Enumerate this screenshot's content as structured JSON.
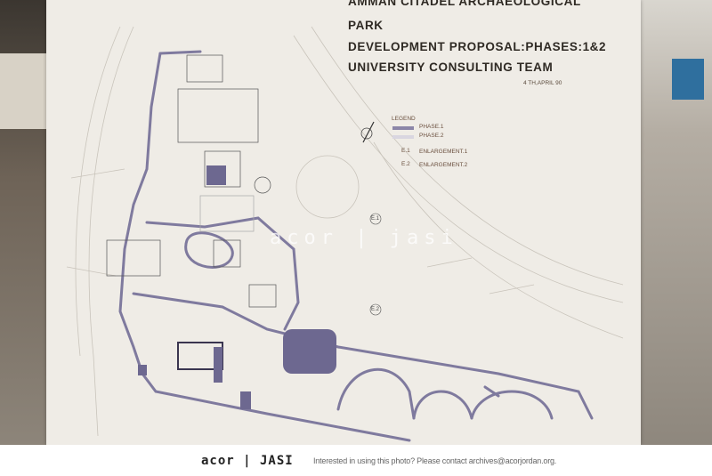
{
  "board": {
    "title_line1": "AMMAN CITADEL ARCHAEOLOGICAL",
    "title_line2": "PARK",
    "title_line3": "DEVELOPMENT PROPOSAL:PHASES:1&2",
    "title_line4": "UNIVERSITY CONSULTING TEAM",
    "date": "4 TH,APRIL 90",
    "legend": {
      "heading": "LEGEND",
      "phase1": "PHASE.1",
      "phase2": "PHASE.2",
      "e1_tag": "E.1",
      "e1_label": "ENLARGEMENT.1",
      "e2_tag": "E.2",
      "e2_label": "ENLARGEMENT.2"
    },
    "map_labels": {
      "e1": "E.1",
      "e2": "E.2"
    },
    "colors": {
      "phase1": "#8b86a8",
      "phase2": "#d9d6e0"
    }
  },
  "watermark": "acor | jasi",
  "footer": {
    "logo": "acor | JASI",
    "note": "Interested in using this photo? Please contact archives@acorjordan.org."
  }
}
